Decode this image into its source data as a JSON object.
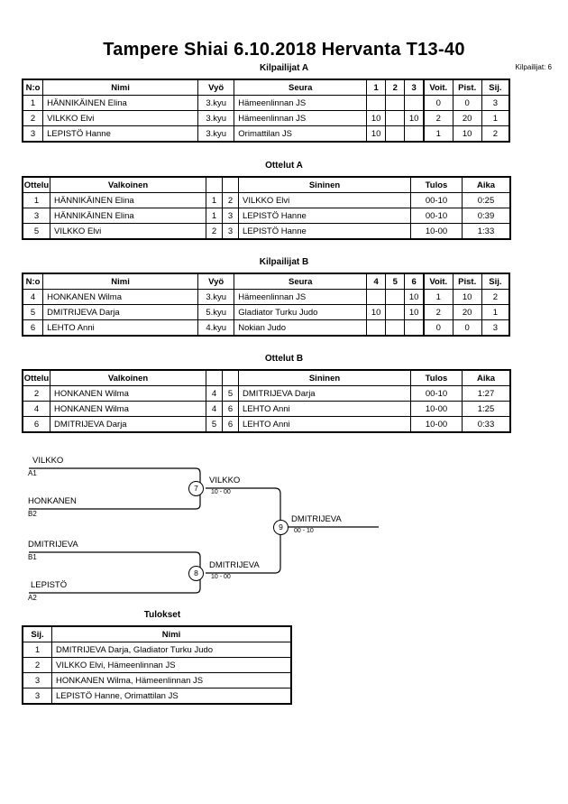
{
  "header": {
    "title": "Tampere Shiai  6.10.2018  Hervanta   T13-40",
    "competitor_count_label": "Kilpailijat: 6"
  },
  "pools": [
    {
      "caption": "Kilpailijat A",
      "columns": [
        "N:o",
        "Nimi",
        "Vyö",
        "Seura",
        "1",
        "2",
        "3",
        "Voit.",
        "Pist.",
        "Sij."
      ],
      "rows": [
        {
          "no": "1",
          "name": "HÄNNIKÄINEN Elina",
          "belt": "3.kyu",
          "club": "Hämeenlinnan JS",
          "m": [
            "",
            "",
            ""
          ],
          "wins": "0",
          "points": "0",
          "rank": "3"
        },
        {
          "no": "2",
          "name": "VILKKO Elvi",
          "belt": "3.kyu",
          "club": "Hämeenlinnan JS",
          "m": [
            "10",
            "",
            "10"
          ],
          "wins": "2",
          "points": "20",
          "rank": "1"
        },
        {
          "no": "3",
          "name": "LEPISTÖ Hanne",
          "belt": "3.kyu",
          "club": "Orimattilan JS",
          "m": [
            "10",
            "",
            ""
          ],
          "wins": "1",
          "points": "10",
          "rank": "2"
        }
      ]
    },
    {
      "caption": "Kilpailijat B",
      "columns": [
        "N:o",
        "Nimi",
        "Vyö",
        "Seura",
        "4",
        "5",
        "6",
        "Voit.",
        "Pist.",
        "Sij."
      ],
      "rows": [
        {
          "no": "4",
          "name": "HONKANEN Wilma",
          "belt": "3.kyu",
          "club": "Hämeenlinnan JS",
          "m": [
            "",
            "",
            "10"
          ],
          "wins": "1",
          "points": "10",
          "rank": "2"
        },
        {
          "no": "5",
          "name": "DMITRIJEVA Darja",
          "belt": "5.kyu",
          "club": "Gladiator Turku Judo",
          "m": [
            "10",
            "",
            "10"
          ],
          "wins": "2",
          "points": "20",
          "rank": "1"
        },
        {
          "no": "6",
          "name": "LEHTO Anni",
          "belt": "4.kyu",
          "club": "Nokian Judo",
          "m": [
            "",
            "",
            ""
          ],
          "wins": "0",
          "points": "0",
          "rank": "3"
        }
      ]
    }
  ],
  "matches": [
    {
      "caption": "Ottelut A",
      "columns": [
        "Ottelu",
        "Valkoinen",
        "",
        "",
        "Sininen",
        "Tulos",
        "Aika"
      ],
      "rows": [
        {
          "match": "1",
          "white": "HÄNNIKÄINEN Elina",
          "white_no": "1",
          "blue_no": "2",
          "blue": "VILKKO Elvi",
          "result": "00-10",
          "time": "0:25"
        },
        {
          "match": "3",
          "white": "HÄNNIKÄINEN Elina",
          "white_no": "1",
          "blue_no": "3",
          "blue": "LEPISTÖ Hanne",
          "result": "00-10",
          "time": "0:39"
        },
        {
          "match": "5",
          "white": "VILKKO Elvi",
          "white_no": "2",
          "blue_no": "3",
          "blue": "LEPISTÖ Hanne",
          "result": "10-00",
          "time": "1:33"
        }
      ]
    },
    {
      "caption": "Ottelut B",
      "columns": [
        "Ottelu",
        "Valkoinen",
        "",
        "",
        "Sininen",
        "Tulos",
        "Aika"
      ],
      "rows": [
        {
          "match": "2",
          "white": "HONKANEN Wilma",
          "white_no": "4",
          "blue_no": "5",
          "blue": "DMITRIJEVA Darja",
          "result": "00-10",
          "time": "1:27"
        },
        {
          "match": "4",
          "white": "HONKANEN Wilma",
          "white_no": "4",
          "blue_no": "6",
          "blue": "LEHTO Anni",
          "result": "10-00",
          "time": "1:25"
        },
        {
          "match": "6",
          "white": "DMITRIJEVA Darja",
          "white_no": "5",
          "blue_no": "6",
          "blue": "LEHTO Anni",
          "result": "10-00",
          "time": "0:33"
        }
      ]
    }
  ],
  "bracket": {
    "entries": [
      {
        "name": "VILKKO",
        "seed": "A1"
      },
      {
        "name": "HONKANEN",
        "seed": "B2"
      },
      {
        "name": "DMITRIJEVA",
        "seed": "B1"
      },
      {
        "name": "LEPISTÖ",
        "seed": "A2"
      }
    ],
    "nodes": [
      {
        "number": "7",
        "winner": "VILKKO",
        "score": "10 - 00"
      },
      {
        "number": "8",
        "winner": "DMITRIJEVA",
        "score": "10 - 00"
      },
      {
        "number": "9",
        "winner": "DMITRIJEVA",
        "score": "00 - 10"
      }
    ]
  },
  "results": {
    "caption": "Tulokset",
    "columns": [
      "Sij.",
      "Nimi"
    ],
    "rows": [
      {
        "rank": "1",
        "name": "DMITRIJEVA Darja, Gladiator Turku Judo"
      },
      {
        "rank": "2",
        "name": "VILKKO Elvi, Hämeenlinnan JS"
      },
      {
        "rank": "3",
        "name": "HONKANEN Wilma, Hämeenlinnan JS"
      },
      {
        "rank": "3",
        "name": "LEPISTÖ Hanne, Orimattilan JS"
      }
    ]
  }
}
